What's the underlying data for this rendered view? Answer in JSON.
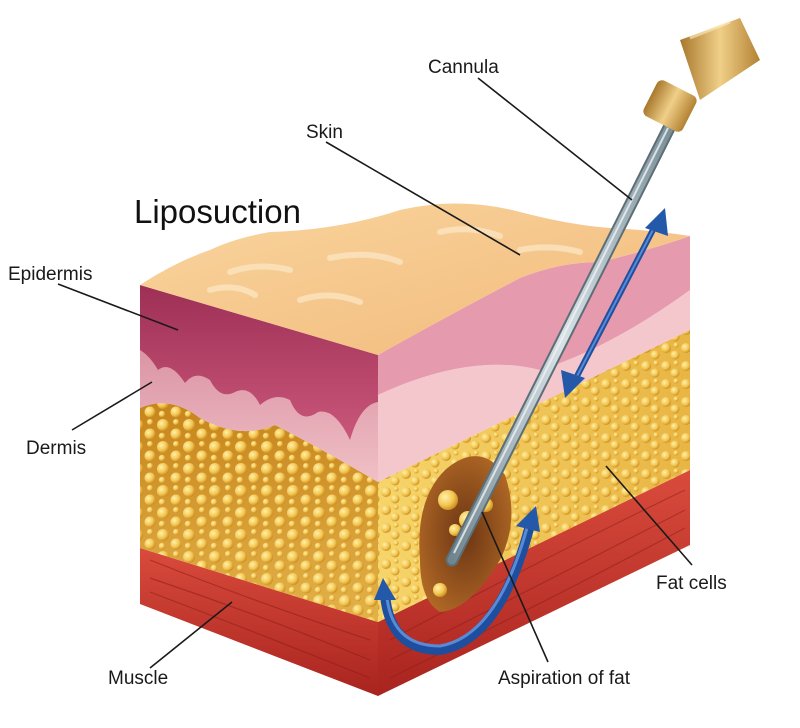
{
  "title": "Liposuction",
  "labels": {
    "cannula": "Cannula",
    "skin": "Skin",
    "epidermis": "Epidermis",
    "dermis": "Dermis",
    "muscle": "Muscle",
    "fat_cells": "Fat cells",
    "aspiration": "Aspiration of fat"
  },
  "colors": {
    "skin_surface": "#f7c98c",
    "epidermis": "#b7456a",
    "dermis": "#e7a8b3",
    "fat": "#d49a2a",
    "fat_cell": "#f5cd5e",
    "muscle": "#c93a30",
    "cannula": "#8fa3ad",
    "arrow": "#2458a8"
  }
}
